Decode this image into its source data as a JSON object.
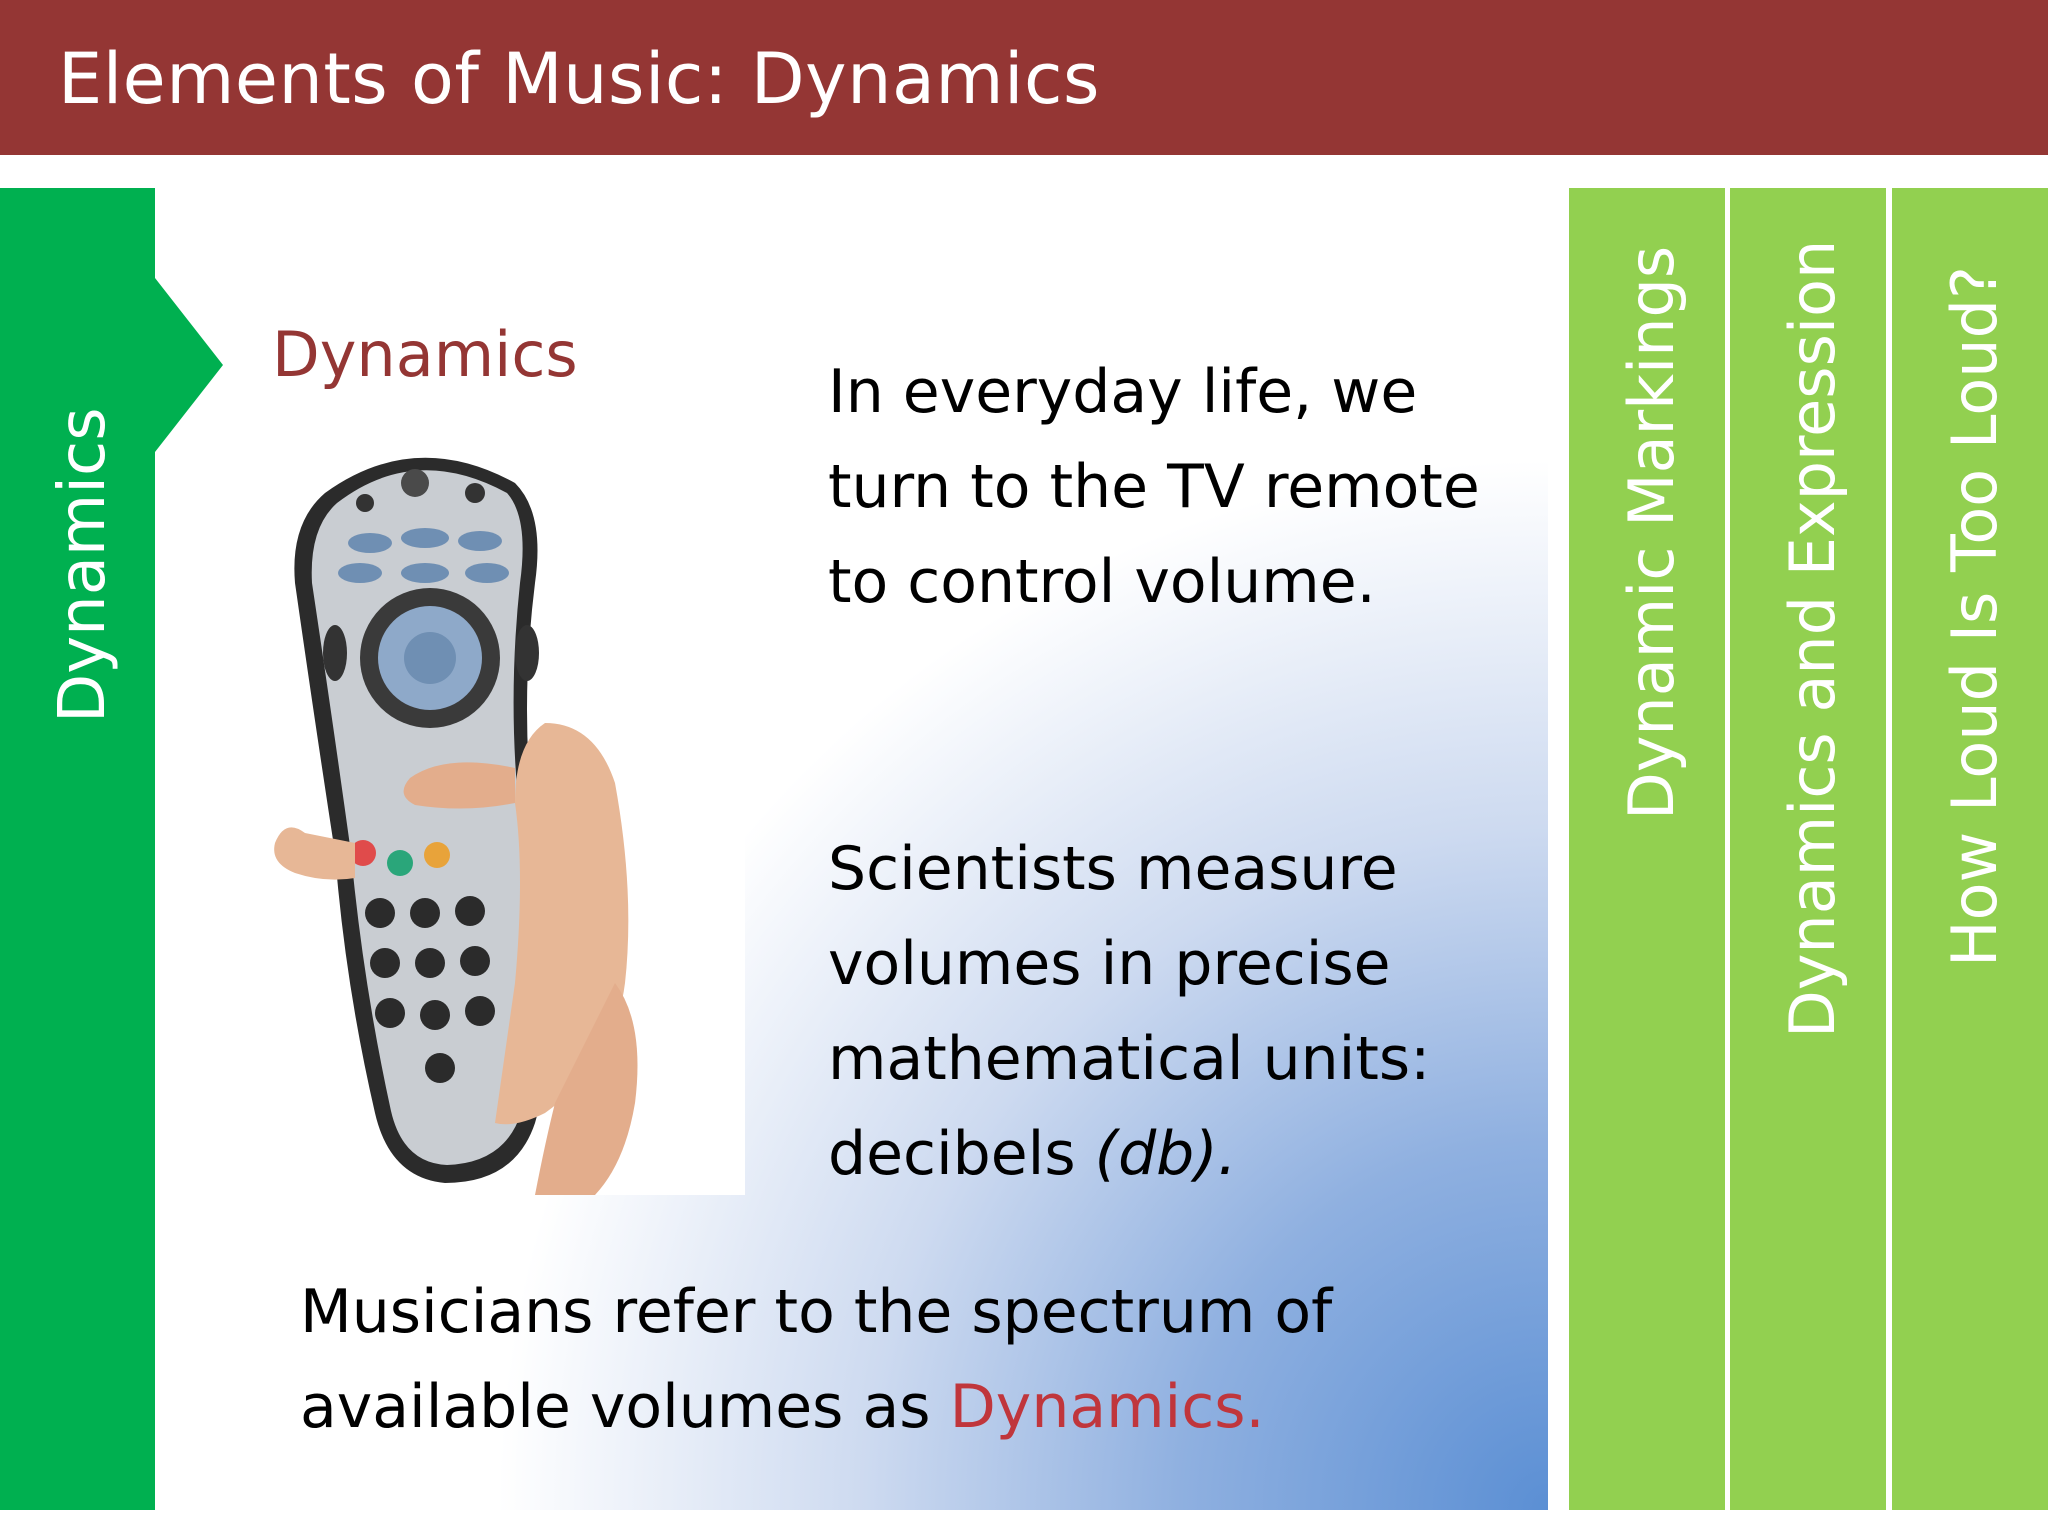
{
  "header": {
    "title": "Elements of Music: Dynamics"
  },
  "left_tab": {
    "label": "Dynamics"
  },
  "right_tabs": [
    {
      "label": "Dynamic Markings"
    },
    {
      "label": "Dynamics and Expression"
    },
    {
      "label": "How Loud Is Too Loud?"
    }
  ],
  "main": {
    "subtitle": "Dynamics",
    "paragraph1": "In everyday life, we turn to the TV remote to control volume.",
    "paragraph2_main": "Scientists measure volumes in precise mathematical units: decibels ",
    "paragraph2_italic": "(db).",
    "bottom_main": "Musicians refer to the spectrum of available volumes as ",
    "bottom_highlight": "Dynamics."
  },
  "image": {
    "alt": "hand holding TV remote control"
  },
  "colors": {
    "title_bar": "#943634",
    "left_tab": "#00b050",
    "right_tabs": "#92d050",
    "subtitle": "#943634",
    "highlight": "#c0363c"
  }
}
